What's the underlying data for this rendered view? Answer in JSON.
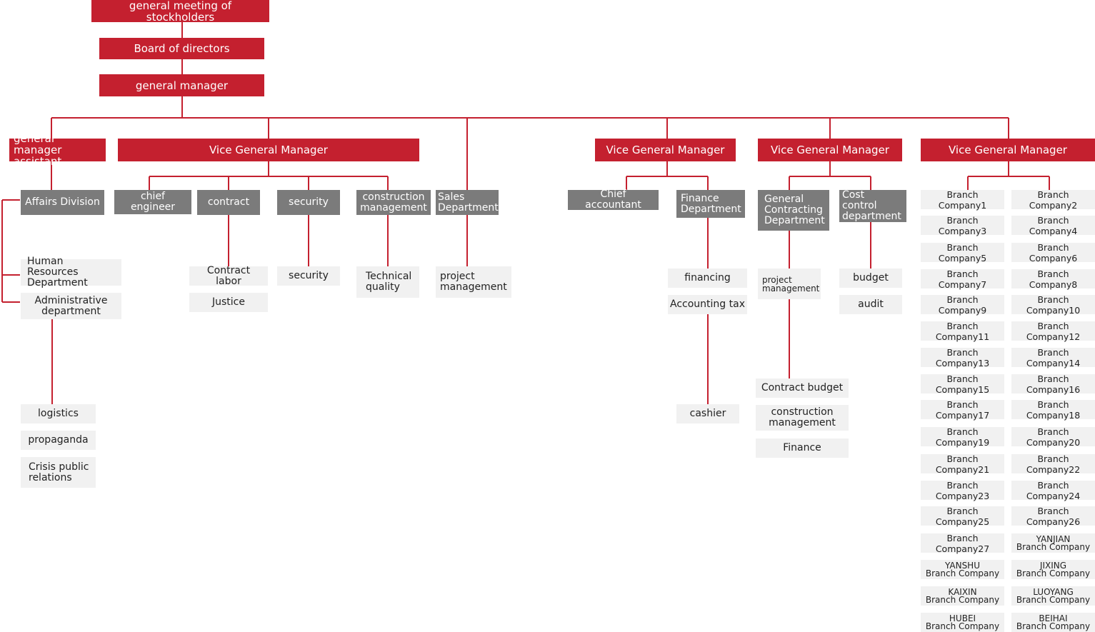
{
  "nodes": {
    "stockholders": "general meeting of stockholders",
    "board": "Board of directors",
    "gm": "general manager",
    "gm_assistant": "general manager\nassistant",
    "vgm1": "Vice General Manager",
    "vgm2": "Vice General Manager",
    "vgm3": "Vice General Manager",
    "vgm4": "Vice General Manager",
    "affairs": "Affairs Division",
    "hr": "Human Resources\nDepartment",
    "admin": "Administrative\ndepartment",
    "logistics": "logistics",
    "propaganda": "propaganda",
    "crisis": "Crisis public\nrelations",
    "chief_engineer": "chief engineer",
    "contract": "contract",
    "security_head": "security",
    "construction": "construction\nmanagement",
    "sales": "Sales\nDepartment",
    "contract_labor": "Contract labor",
    "justice": "Justice",
    "security_sub": "security",
    "technical_quality": "Technical\nquality",
    "project_management": "project\nmanagement",
    "chief_accountant": "Chief accountant",
    "finance_dept": "Finance\nDepartment",
    "financing": "financing",
    "accounting_tax": "Accounting tax",
    "cashier": "cashier",
    "gcd": "General\nContracting\nDepartment",
    "cost_control": "Cost control\ndepartment",
    "gcd_project_management": "project\nmanagement",
    "contract_budget": "Contract budget",
    "gcd_construction": "construction\nmanagement",
    "gcd_finance": "Finance",
    "budget": "budget",
    "audit": "audit"
  },
  "branches": [
    "Branch Company1",
    "Branch Company2",
    "Branch Company3",
    "Branch Company4",
    "Branch Company5",
    "Branch Company6",
    "Branch Company7",
    "Branch Company8",
    "Branch Company9",
    "Branch Company10",
    "Branch Company11",
    "Branch Company12",
    "Branch Company13",
    "Branch Company14",
    "Branch Company15",
    "Branch Company16",
    "Branch Company17",
    "Branch Company18",
    "Branch Company19",
    "Branch Company20",
    "Branch Company21",
    "Branch Company22",
    "Branch Company23",
    "Branch Company24",
    "Branch Company25",
    "Branch Company26",
    "Branch Company27",
    "YANJIAN\nBranch Company",
    "YANSHU\nBranch Company",
    "JIXING\nBranch Company",
    "KAIXIN\nBranch Company",
    "LUOYANG\nBranch Company",
    "HUBEI\nBranch Company",
    "BEIHAI\nBranch Company"
  ],
  "colors": {
    "primary": "#c4202f",
    "secondary": "#7b7b7b",
    "leaf": "#f1f1f1",
    "connector": "#c4202f"
  }
}
